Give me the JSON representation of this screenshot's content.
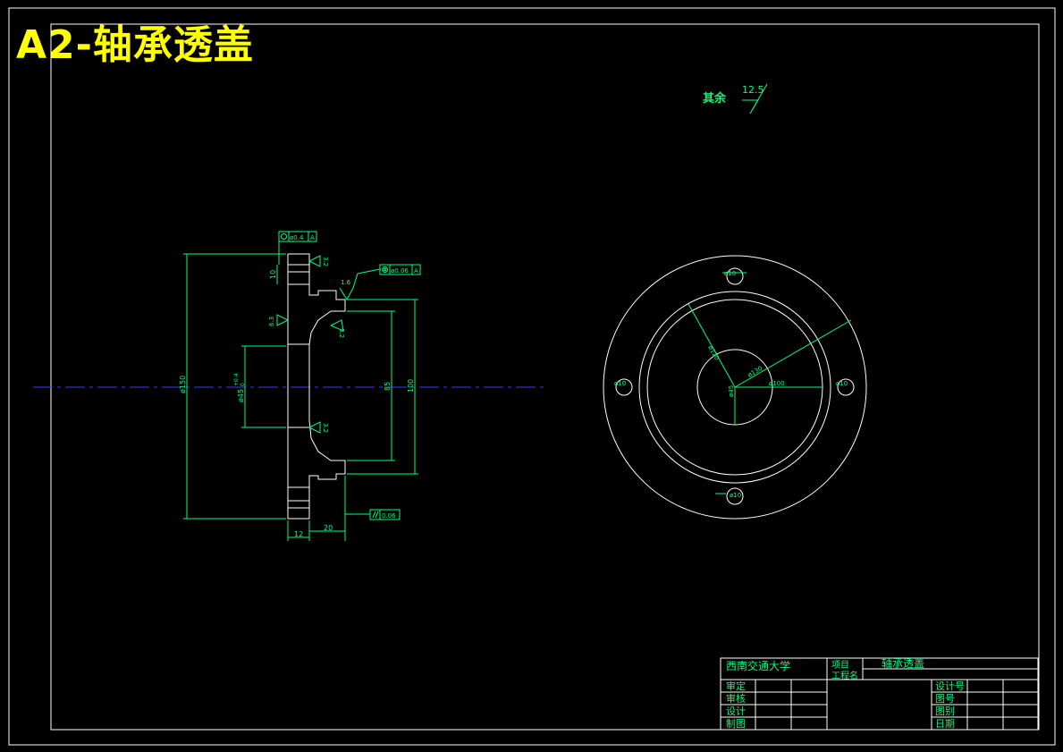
{
  "sheet": {
    "title": "A2-轴承透盖"
  },
  "roughness_note": {
    "label": "其余",
    "value": "12.5"
  },
  "side_view": {
    "dims": {
      "d150": "ø150",
      "d45": "ø45",
      "d45_tol": "+0.4",
      "d45_tol_low": "0",
      "d85": "85",
      "d100": "100",
      "len12": "12",
      "len20": "20",
      "len10": "10"
    },
    "roughness": {
      "r32a": "3.2",
      "r32b": "3.2",
      "r32c": "3.2",
      "r63": "6.3",
      "r16": "1.6"
    },
    "tolerances": {
      "position": "ø0.4",
      "position_ref": "A",
      "concentric": "ø0.06",
      "concentric_ref": "A",
      "parallel": "0.06"
    }
  },
  "front_view": {
    "dims": {
      "d120": "ø120",
      "d130": "ø130",
      "d100": "ø100",
      "d45": "ø45",
      "h10a": "ø10",
      "h10b": "ø10",
      "h10c": "ø10",
      "h10d": "ø10"
    }
  },
  "title_block": {
    "school": "西南交通大学",
    "project_label": "项目",
    "project_name_label": "工程名",
    "part_name": "轴承透盖",
    "rows_left": [
      "审定",
      "审核",
      "设计",
      "制图"
    ],
    "rows_right": [
      "设计号",
      "图号",
      "图别",
      "日期"
    ]
  }
}
